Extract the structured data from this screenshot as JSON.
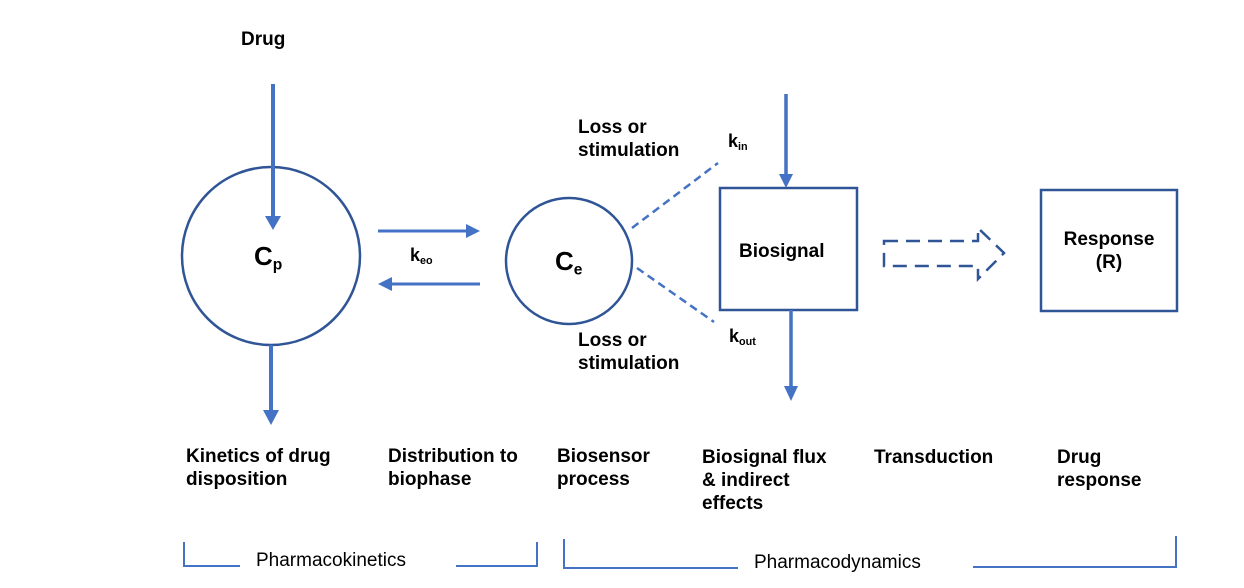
{
  "colors": {
    "outline": "#2f5597",
    "arrow": "#4472c4",
    "text": "#000000",
    "background": "#ffffff"
  },
  "nodes": {
    "drug_input": "Drug",
    "cp": {
      "main": "C",
      "sub": "p"
    },
    "ce": {
      "main": "C",
      "sub": "e"
    },
    "keo": {
      "main": "k",
      "sub": "eo"
    },
    "kin": {
      "main": "k",
      "sub": "in"
    },
    "kout": {
      "main": "k",
      "sub": "out"
    },
    "loss_top": [
      "Loss or",
      "stimulation"
    ],
    "loss_bottom": [
      "Loss or",
      "stimulation"
    ],
    "biosignal": "Biosignal",
    "response": [
      "Response",
      "(R)"
    ]
  },
  "stages": [
    {
      "lines": [
        "Kinetics of drug",
        "disposition"
      ]
    },
    {
      "lines": [
        "Distribution to",
        "biophase"
      ]
    },
    {
      "lines": [
        "Biosensor",
        "process"
      ]
    },
    {
      "lines": [
        "Biosignal flux",
        "& indirect",
        "effects"
      ]
    },
    {
      "lines": [
        "Transduction"
      ]
    },
    {
      "lines": [
        "Drug",
        "response"
      ]
    }
  ],
  "groups": {
    "pk": "Pharmacokinetics",
    "pd": "Pharmacodynamics"
  }
}
